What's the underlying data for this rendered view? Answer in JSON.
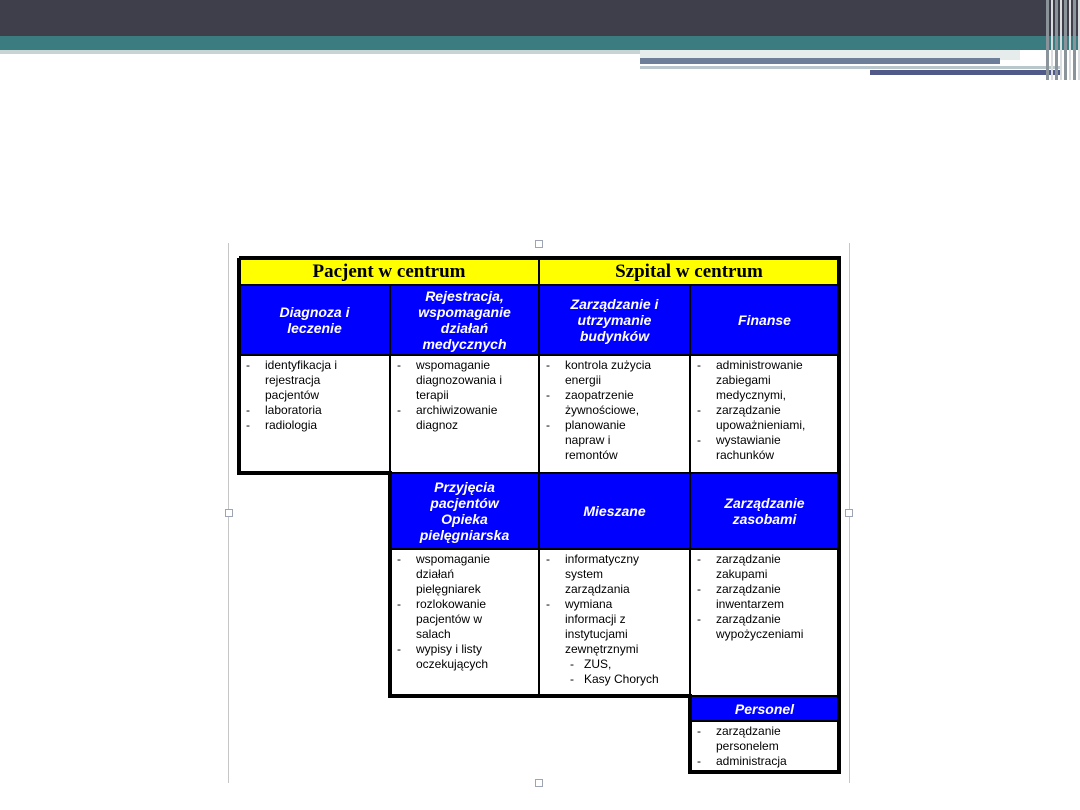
{
  "diagram": {
    "groups": {
      "patient": "Pacjent w centrum",
      "hospital": "Szpital w centrum"
    },
    "modules": {
      "diagnosis": {
        "title": "Diagnoza i\nleczenie",
        "items": [
          "identyfikacja i\nrejestracja\npacjentów",
          "laboratoria",
          "radiologia"
        ]
      },
      "registration": {
        "title": "Rejestracja,\nwspomaganie\ndziałań\nmedycznych",
        "items": [
          "wspomaganie\ndiagnozowania i\nterapii",
          "archiwizowanie\ndiagnoz"
        ]
      },
      "buildings": {
        "title": "Zarządzanie i\nutrzymanie\nbudynków",
        "items": [
          "kontrola zużycia\nenergii",
          "zaopatrzenie\nżywnościowe,",
          "planowanie\nnapraw i\nremontów"
        ]
      },
      "finance": {
        "title": "Finanse",
        "items": [
          "administrowanie\nzabiegami\nmedycznymi,",
          "zarządzanie\nupoważnieniami,",
          "wystawianie\nrachunków"
        ]
      },
      "admissions": {
        "title": "Przyjęcia\npacjentów\nOpieka\npielęgniarska",
        "items": [
          "wspomaganie\ndziałań\npielęgniarek",
          "rozlokowanie\npacjentów w\nsalach",
          "wypisy i listy\noczekujących"
        ]
      },
      "mixed": {
        "title": "Mieszane",
        "items": [
          "informatyczny\nsystem\nzarządzania",
          "wymiana\ninformacji z\ninstytucjami\nzewnętrznymi"
        ],
        "subitems": [
          "ZUS,",
          "Kasy Chorych"
        ]
      },
      "resources": {
        "title": "Zarządzanie\nzasobami",
        "items": [
          "zarządzanie\nzakupami",
          "zarządzanie\ninwentarzem",
          "zarządzanie\nwypożyczeniami"
        ]
      },
      "staff": {
        "title": "Personel",
        "items": [
          "zarządzanie\npersonelem",
          "administracja"
        ]
      }
    },
    "colors": {
      "group_header_bg": "#ffff00",
      "module_header_bg": "#0000ff",
      "module_header_text": "#ffffff",
      "slide_bar": "#3f3f4c",
      "slide_accent": "#3b7c80"
    }
  }
}
